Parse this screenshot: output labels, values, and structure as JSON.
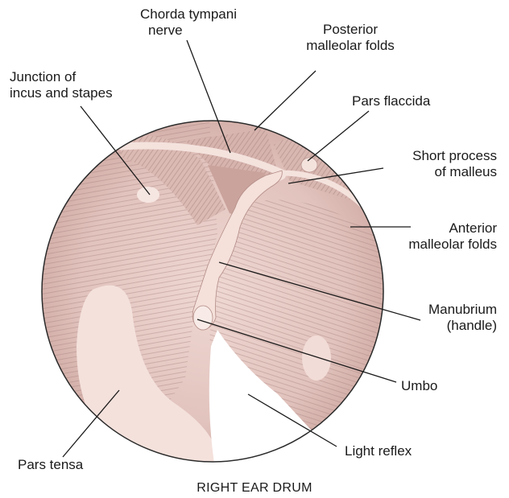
{
  "labels": {
    "chorda_tympani": [
      "Chorda tympani",
      "nerve"
    ],
    "posterior_folds": [
      "Posterior",
      "malleolar folds"
    ],
    "junction": [
      "Junction of",
      "incus and stapes"
    ],
    "pars_flaccida": [
      "Pars flaccida"
    ],
    "short_process": [
      "Short process",
      "of malleus"
    ],
    "anterior_folds": [
      "Anterior",
      "malleolar folds"
    ],
    "manubrium": [
      "Manubrium",
      "(handle)"
    ],
    "umbo": [
      "Umbo"
    ],
    "light_reflex": [
      "Light reflex"
    ],
    "pars_tensa": [
      "Pars tensa"
    ]
  },
  "caption": "RIGHT EAR DRUM",
  "colors": {
    "membrane": "#e6c9c4",
    "membrane_dark": "#b98f8a",
    "striation": "#9c7a76",
    "malleus": "#f3ddd6",
    "reflex": "#ffffff",
    "outline": "#2a2a2a",
    "leader": "#1a1a1a"
  }
}
